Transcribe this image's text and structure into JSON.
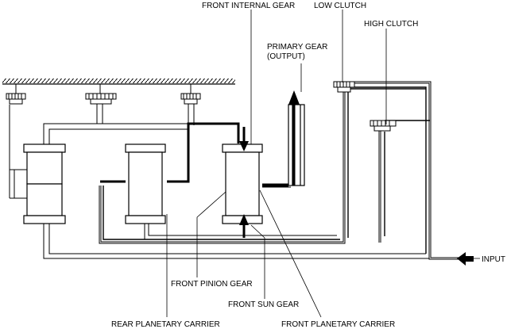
{
  "labels": {
    "front_internal_gear": "FRONT INTERNAL GEAR",
    "low_clutch": "LOW CLUTCH",
    "high_clutch": "HIGH CLUTCH",
    "primary_gear_line1": "PRIMARY GEAR",
    "primary_gear_line2": "(OUTPUT)",
    "input": "INPUT",
    "front_pinion_gear": "FRONT PINION GEAR",
    "front_sun_gear": "FRONT SUN GEAR",
    "rear_planetary_carrier": "REAR PLANETARY CARRIER",
    "front_planetary_carrier": "FRONT PLANETARY CARRIER"
  },
  "colors": {
    "line": "#000000",
    "fill": "#ffffff"
  }
}
